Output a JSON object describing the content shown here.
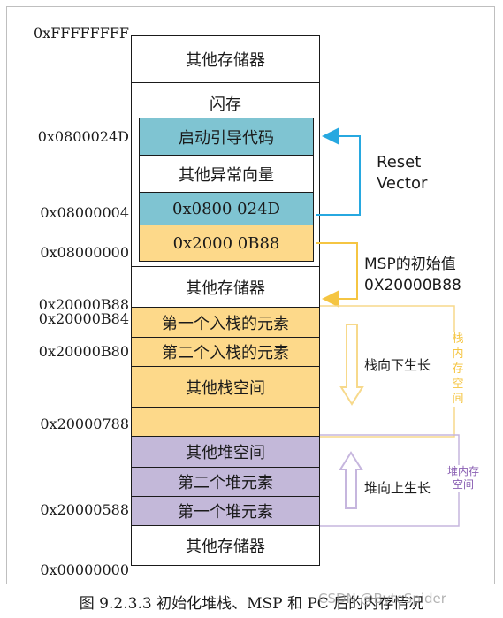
{
  "addresses": {
    "a_ffffffff": "0xFFFFFFFF",
    "a_0800024d": "0x0800024D",
    "a_08000004": "0x08000004",
    "a_08000000": "0x08000000",
    "a_20000b88": "0x20000B88",
    "a_20000b84": "0x20000B84",
    "a_20000b80": "0x20000B80",
    "a_20000788": "0x20000788",
    "a_20000588": "0x20000588",
    "a_00000000": "0x00000000"
  },
  "blocks": {
    "other_mem_top": "其他存储器",
    "flash_title": "闪存",
    "boot_code": "启动引导代码",
    "other_vectors": "其他异常向量",
    "reset_value": "0x0800 024D",
    "msp_value": "0x2000 0B88",
    "other_mem_mid": "其他存储器",
    "stack_first": "第一个入栈的元素",
    "stack_second": "第二个入栈的元素",
    "stack_other": "其他栈空间",
    "heap_other": "其他堆空间",
    "heap_second": "第二个堆元素",
    "heap_first": "第一个堆元素",
    "other_mem_bottom": "其他存储器"
  },
  "annotations": {
    "reset_line1": "Reset",
    "reset_line2": "Vector",
    "msp_line1": "MSP的初始值",
    "msp_line2": "0X20000B88",
    "stack_grow": "栈向下生长",
    "heap_grow": "堆向上生长",
    "stack_space_vertical": [
      "栈",
      "内",
      "存",
      "空",
      "间"
    ],
    "heap_space_line1": "堆内存",
    "heap_space_line2": "空间"
  },
  "caption": "图 9.2.3.3 初始化堆栈、MSP 和 PC 后的内存情况",
  "watermark": "CSDN @ByteSpider",
  "colors": {
    "teal": "#7fc4d2",
    "yellow": "#fdd98a",
    "lavender": "#c3b8d9",
    "blue_arrow": "#27a8e0",
    "yellow_arrow": "#f5c542",
    "purple_arrow": "#a78fcc",
    "heap_label": "#8a5fb3"
  }
}
